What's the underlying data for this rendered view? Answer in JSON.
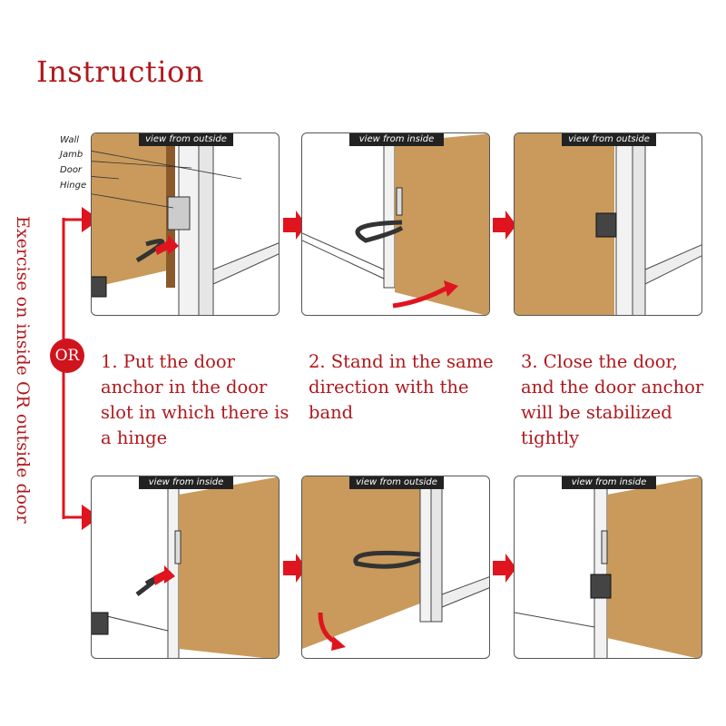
{
  "title": "Instruction",
  "side_text": "Exercise on inside OR outside door",
  "or_label": "OR",
  "labels": {
    "wall": "Wall",
    "jamb": "Jamb",
    "door": "Door",
    "hinge": "Hinge"
  },
  "panels": {
    "p1": "view from outside",
    "p2": "view from inside",
    "p3": "view from outside",
    "p4": "view from inside",
    "p5": "view from outside",
    "p6": "view from inside"
  },
  "steps": {
    "s1": "1. Put the door\nanchor in the door\nslot in which there is\na hinge",
    "s2": "2. Stand in the same\ndirection with the\nband",
    "s3": "3. Close the door,\nand the door anchor\nwill be stabilized\ntightly"
  },
  "colors": {
    "accent": "#b0181d",
    "arrow": "#e0141e",
    "door": "#c99a5b",
    "door_dark": "#8b5a2b"
  }
}
